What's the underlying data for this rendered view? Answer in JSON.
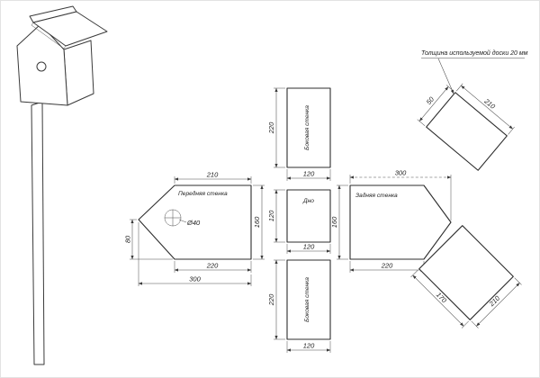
{
  "note": {
    "board_thickness": "Толщина используемой доски 20 мм"
  },
  "front_wall": {
    "label": "Передняя стенка",
    "hole": "Ø40",
    "dim_top": "210",
    "dim_slope": "80",
    "dim_bottom": "220",
    "dim_total": "300",
    "dim_height": "160"
  },
  "side_wall_top": {
    "label": "Боковая стенка",
    "dim_length": "220",
    "dim_width": "120"
  },
  "bottom_panel": {
    "label": "Дно",
    "dim_side": "120",
    "dim_width": "120"
  },
  "side_wall_bottom": {
    "label": "Боковая стенка",
    "dim_length": "220",
    "dim_width": "120"
  },
  "back_wall": {
    "label": "Задняя стенка",
    "dim_total": "300",
    "dim_height": "160",
    "dim_bottom": "220"
  },
  "roof_panel_small": {
    "dim_width": "50",
    "dim_length": "210"
  },
  "roof_panel_large": {
    "dim_width": "170",
    "dim_length": "210"
  }
}
